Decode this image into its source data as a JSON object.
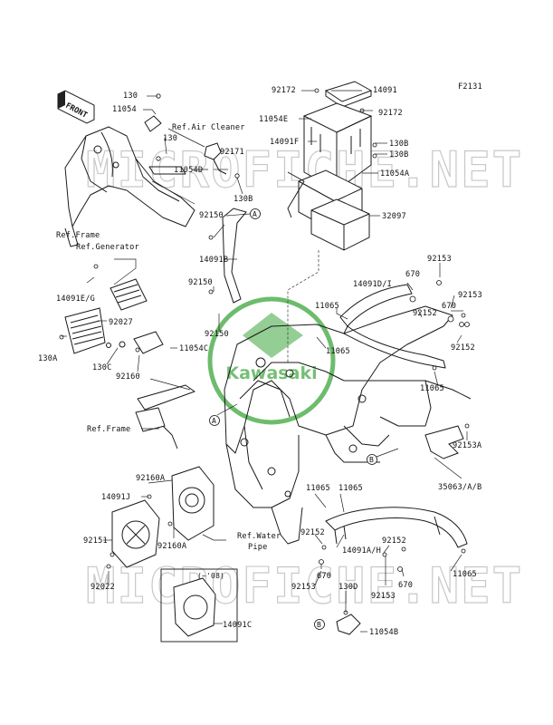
{
  "figure_code": "F2131",
  "watermark": {
    "top": "MICROFICHE.NET",
    "bottom": "MICROFICHE.NET",
    "center": "Kawasaki",
    "color": "#3ca53c"
  },
  "front_tag": "FRONT",
  "refs": {
    "air_cleaner": "Ref.Air Cleaner",
    "frame_top": "Ref.Frame",
    "generator": "Ref.Generator",
    "frame_mid": "Ref.Frame",
    "water_pipe_1": "Ref.Water",
    "water_pipe_2": "Pipe"
  },
  "markers": {
    "a": "A",
    "b": "B"
  },
  "inset_note": "(~'08)",
  "labels": {
    "p130_top": "130",
    "p11054": "11054",
    "p130_mid": "130",
    "p92171": "92171",
    "p11054d": "11054D",
    "p130b_left": "130B",
    "p92150_a": "92150",
    "p14091b": "14091B",
    "p92150_b": "92150",
    "p92150_c": "92150",
    "p92172_l": "92172",
    "p14091": "14091",
    "p11054e": "11054E",
    "p92172_r": "92172",
    "p14091f": "14091F",
    "p130b_r1": "130B",
    "p130b_r2": "130B",
    "p11054a": "11054A",
    "p32097": "32097",
    "p14091eg": "14091E/G",
    "p92027": "92027",
    "p130a": "130A",
    "p130c": "130C",
    "p92160": "92160",
    "p11054c": "11054C",
    "p14091di": "14091D/I",
    "p670_a": "670",
    "p92153_a": "92153",
    "p92153_b": "92153",
    "p11065_a": "11065",
    "p92152_a": "92152",
    "p670_b": "670",
    "p92152_b": "92152",
    "p11065_b": "11065",
    "p11065_c": "11065",
    "p92153a": "92153A",
    "p35063": "35063/A/B",
    "p92160a_1": "92160A",
    "p14091j": "14091J",
    "p92151": "92151",
    "p92160a_2": "92160A",
    "p92022": "92022",
    "p11065_d": "11065",
    "p11065_e": "11065",
    "p92152_c": "92152",
    "p14091ah": "14091A/H",
    "p92152_d": "92152",
    "p670_c": "670",
    "p670_d": "670",
    "p11065_f": "11065",
    "p92153_c": "92153",
    "p130d": "130D",
    "p92153_d": "92153",
    "p14091c": "14091C",
    "p11054b": "11054B"
  }
}
